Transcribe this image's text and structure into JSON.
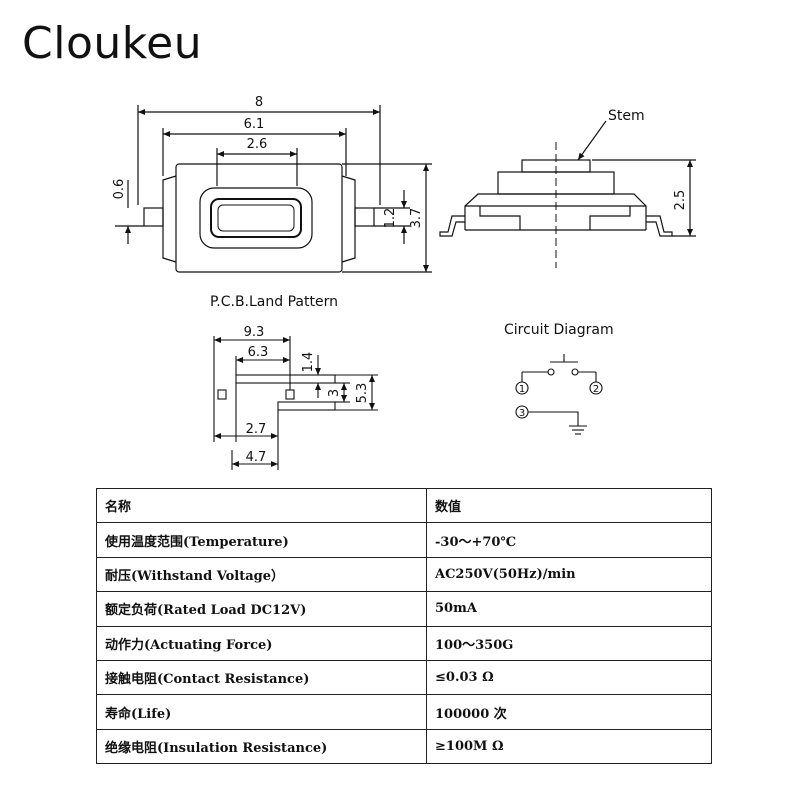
{
  "brand": "Cloukeu",
  "top_view": {
    "dim_overall": "8",
    "dim_body": "6.1",
    "dim_button": "2.6",
    "dim_terminal_w": "0.6",
    "dim_terminal_h": "1.2",
    "dim_height": "3.7"
  },
  "side_view": {
    "stem_label": "Stem",
    "dim_height": "2.5"
  },
  "land_pattern": {
    "title": "P.C.B.Land Pattern",
    "dim_a": "9.3",
    "dim_b": "6.3",
    "dim_c": "1.4",
    "dim_d": "3",
    "dim_e": "5.3",
    "dim_f": "2.7",
    "dim_g": "4.7"
  },
  "circuit": {
    "title": "Circuit Diagram",
    "pin1": "1",
    "pin2": "2",
    "pin3": "3"
  },
  "spec_table": {
    "header": [
      "名称",
      "数值"
    ],
    "rows": [
      [
        "使用温度范围(Temperature)",
        "-30～+70℃"
      ],
      [
        "耐压(Withstand Voltage）",
        "AC250V(50Hz)/min"
      ],
      [
        "额定负荷(Rated Load DC12V)",
        "50mA"
      ],
      [
        "动作力(Actuating Force)",
        "100～350G"
      ],
      [
        "接触电阻(Contact Resistance)",
        "≤0.03 Ω"
      ],
      [
        "寿命(Life)",
        "100000 次"
      ],
      [
        "绝缘电阻(Insulation Resistance)",
        "≥100M Ω"
      ]
    ]
  }
}
